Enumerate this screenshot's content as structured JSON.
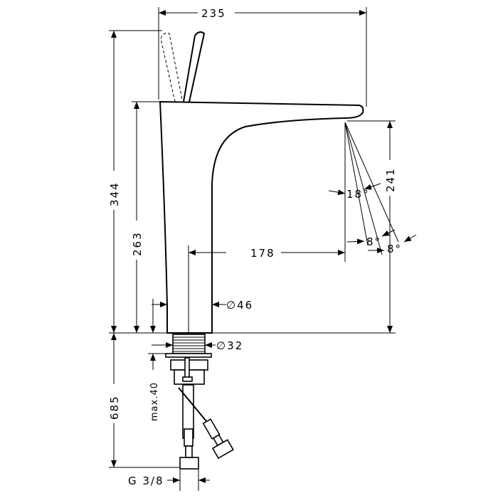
{
  "title": "Faucet technical dimension drawing",
  "dimensions": {
    "width_total": "235",
    "height_total": "344",
    "height_body": "263",
    "spout_reach": "178",
    "body_diameter": "∅46",
    "shank_diameter": "∅32",
    "hose_length": "685",
    "max_counter": "max.40",
    "connection": "G 3/8",
    "spout_height": "241",
    "angle_main": "18°",
    "angle_a": "8°",
    "angle_b": "8°"
  },
  "colors": {
    "line": "#000000",
    "background": "#ffffff"
  }
}
